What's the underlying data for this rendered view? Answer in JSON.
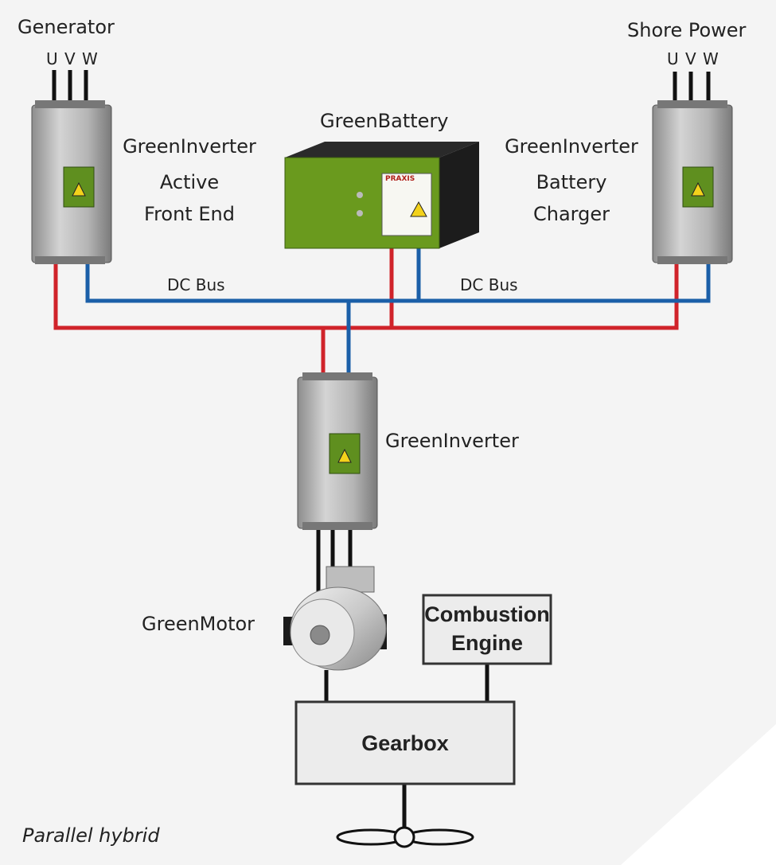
{
  "generator": {
    "label": "Generator",
    "phases": "U V W"
  },
  "shore_power": {
    "label": "Shore Power",
    "phases": "U V W"
  },
  "inverter_left": {
    "line1": "GreenInverter",
    "line2": "Active",
    "line3": "Front End"
  },
  "inverter_right": {
    "line1": "GreenInverter",
    "line2": "Battery",
    "line3": "Charger"
  },
  "battery": {
    "label": "GreenBattery",
    "brand": "PRAXIS"
  },
  "dc_bus_left": "DC Bus",
  "dc_bus_right": "DC Bus",
  "inverter_center": {
    "label": "GreenInverter"
  },
  "motor": {
    "label": "GreenMotor"
  },
  "engine": {
    "line1": "Combustion",
    "line2": "Engine"
  },
  "gearbox": {
    "label": "Gearbox"
  },
  "caption": "Parallel hybrid",
  "colors": {
    "positive_wire": "#d0232a",
    "negative_wire": "#1b5fa8",
    "phase_wire": "#111111",
    "battery_green": "#6a9a1e"
  }
}
